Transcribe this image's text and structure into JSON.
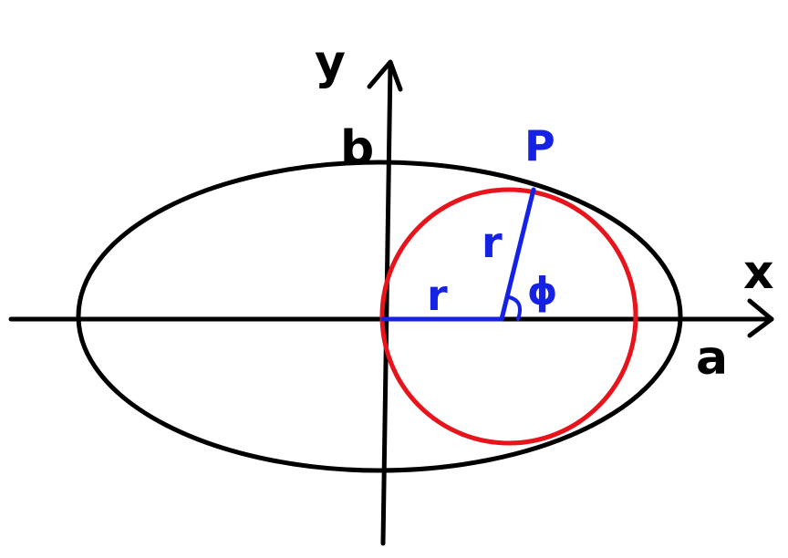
{
  "diagram": {
    "labels": {
      "y_axis": "y",
      "x_axis": "x",
      "b": "b",
      "a": "a",
      "p": "P",
      "r_horizontal": "r",
      "r_slanted": "r",
      "phi": "ϕ"
    },
    "colors": {
      "ink": "#000000",
      "circle": "#e8141b",
      "radius": "#1522e6"
    }
  }
}
